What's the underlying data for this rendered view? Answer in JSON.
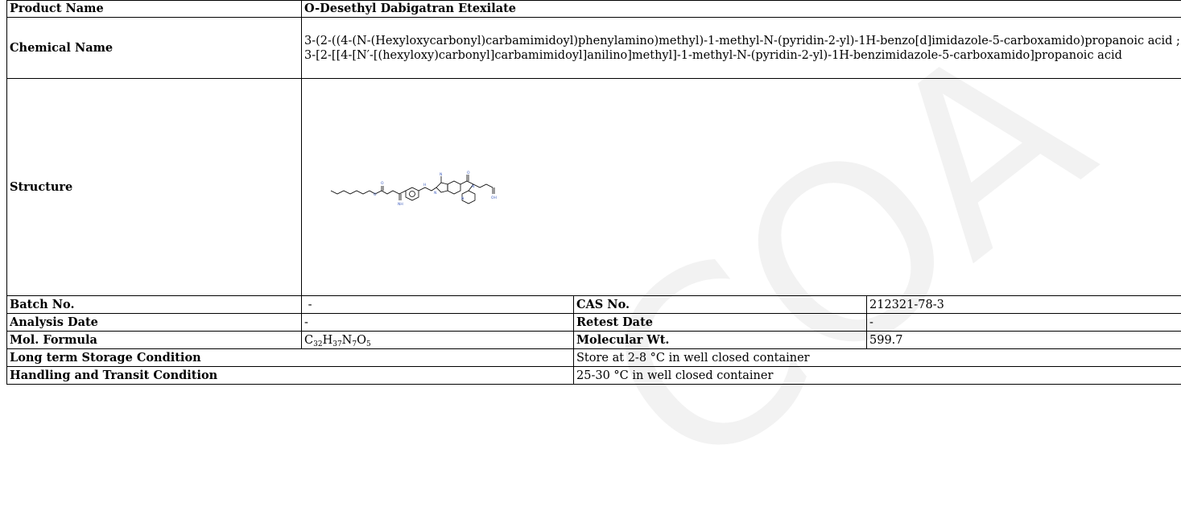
{
  "watermark": {
    "text": "COA"
  },
  "product": {
    "label": "Product Name",
    "value": "O-Desethyl Dabigatran Etexilate"
  },
  "chemical": {
    "label": "Chemical Name",
    "value": "3-(2-((4-(N-(Hexyloxycarbonyl)carbamimidoyl)phenylamino)methyl)-1-methyl-N-(pyridin-2-yl)-1H-benzo[d]imidazole-5-carboxamido)propanoic acid ; 3-[2-[[4-[N′-[(hexyloxy)carbonyl]carbamimidoyl]anilino]methyl]-1-methyl-N-(pyridin-2-yl)-1H-benzimidazole-5-carboxamido]propanoic acid"
  },
  "structure": {
    "label": "Structure",
    "atoms": {
      "methyl": "N",
      "nh": "H",
      "imine": "NH",
      "n1": "N",
      "n2": "N",
      "n3": "N",
      "pyr": "N",
      "oh": "OH",
      "o1": "O",
      "o2": "O",
      "o3": "O"
    }
  },
  "batch": {
    "label": "Batch No.",
    "value": "-"
  },
  "cas": {
    "label": "CAS No.",
    "value": "212321-78-3"
  },
  "analysis_date": {
    "label": "Analysis Date",
    "value": "-"
  },
  "retest_date": {
    "label": "Retest Date",
    "value": "-"
  },
  "formula": {
    "label": "Mol. Formula",
    "parts": [
      {
        "el": "C",
        "n": "32"
      },
      {
        "el": "H",
        "n": "37"
      },
      {
        "el": "N",
        "n": "7"
      },
      {
        "el": "O",
        "n": "5"
      }
    ]
  },
  "mol_wt": {
    "label": "Molecular Wt.",
    "value": "599.7"
  },
  "storage": {
    "label": "Long term Storage Condition",
    "value": "Store at 2-8 °C in well closed container"
  },
  "handling": {
    "label": "Handling and Transit Condition",
    "value": "25-30 °C in well closed container"
  }
}
